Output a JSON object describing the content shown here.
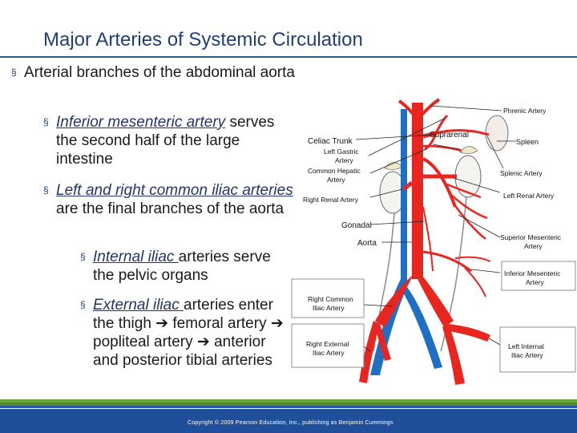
{
  "title": "Major Arteries of Systemic Circulation",
  "bullets": {
    "b1": "Arterial branches of the abdominal aorta",
    "b2_link": "Inferior mesenteric artery",
    "b2_rest": " serves the second half of the large intestine",
    "b3_link": "Left and right common iliac arteries",
    "b3_rest": " are the final branches of the aorta",
    "b4_link": "Internal iliac ",
    "b4_rest": "arteries serve the pelvic organs",
    "b5_link": "External iliac ",
    "b5_rest_a": "arteries enter the thigh ",
    "b5_rest_b": " femoral artery ",
    "b5_rest_c": " popliteal artery ",
    "b5_rest_d": " anterior and posterior tibial arteries",
    "arrow": "➔",
    "mark": "§"
  },
  "diagram_labels": {
    "phrenic": "Phrenic Artery",
    "celiac": "Celiac Trunk",
    "suprarenal": "Suprarenal",
    "spleen": "Spleen",
    "left_gastric_1": "Left Gastric",
    "left_gastric_2": "Artery",
    "common_hepatic_1": "Common Hepatic",
    "common_hepatic_2": "Artery",
    "splenic": "Splenic Artery",
    "right_renal": "Right Renal Artery",
    "left_renal": "Left Renal Artery",
    "gonadal": "Gonadal",
    "aorta": "Aorta",
    "sup_mes_1": "Superior Mesenteric",
    "sup_mes_2": "Artery",
    "inf_mes_1": "Inferior Mesenteric",
    "inf_mes_2": "Artery",
    "rci_1": "Right Common",
    "rci_2": "Iliac Artery",
    "rei_1": "Right External",
    "rei_2": "Iliac Artery",
    "lii_1": "Left Internal",
    "lii_2": "Iliac Artery"
  },
  "footer": "Copyright © 2009 Pearson Education, Inc., publishing as Benjamin Cummings",
  "colors": {
    "title": "#1f3f7a",
    "artery": "#e8261f",
    "vein": "#1f6fc4",
    "footer": "#1e4f98"
  }
}
